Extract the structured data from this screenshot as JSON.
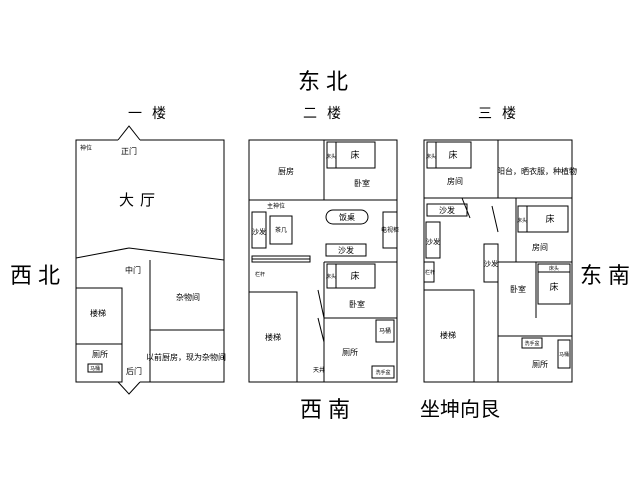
{
  "directions": {
    "top": "东北",
    "left": "西北",
    "right": "东南",
    "bottom": "西南",
    "orientation": "坐坤向艮"
  },
  "floors": [
    {
      "title": "一楼",
      "rooms": {
        "shrine": "神位",
        "main_door": "正门",
        "hall": "大厅",
        "middle_door": "中门",
        "stairs": "楼梯",
        "storage": "杂物间",
        "toilet": "厕所",
        "wc": "马桶",
        "note": "以前厨房，现为杂物间",
        "back_door": "后门"
      }
    },
    {
      "title": "二楼",
      "rooms": {
        "kitchen": "厨房",
        "bedhead1": "床头",
        "bed1": "床",
        "bedroom1": "卧室",
        "main_shrine": "主神位",
        "dining_table": "饭桌",
        "sofa_left": "沙发",
        "tea_table": "茶几",
        "tv_cabinet": "电视柜",
        "sofa_bottom": "沙发",
        "railing": "栏杆",
        "bedhead2": "床头",
        "bed2": "床",
        "bedroom2": "卧室",
        "stairs": "楼梯",
        "wc": "马桶",
        "toilet": "厕所",
        "skywell": "天井",
        "washbasin": "洗手盆"
      }
    },
    {
      "title": "三楼",
      "rooms": {
        "bedhead1": "床头",
        "bed1": "床",
        "room1": "房间",
        "balcony": "阳台，晒衣服，种植物",
        "sofa_top": "沙发",
        "bedhead2": "床头",
        "bed2": "床",
        "sofa_left": "沙发",
        "sofa_mid": "沙发",
        "room2": "房间",
        "railing": "栏杆",
        "bedhead3": "床头",
        "bed3": "床",
        "bedroom": "卧室",
        "stairs": "楼梯",
        "washbasin": "洗手盆",
        "toilet": "厕所",
        "wc": "马桶"
      }
    }
  ]
}
